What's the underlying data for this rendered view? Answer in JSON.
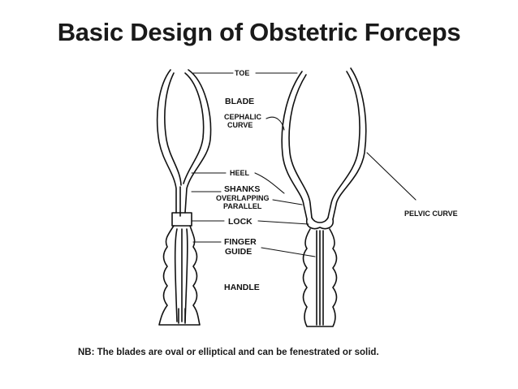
{
  "title": "Basic Design of Obstetric Forceps",
  "labels": {
    "toe": "TOE",
    "blade": "BLADE",
    "cephalic_1": "CEPHALIC",
    "cephalic_2": "CURVE",
    "heel": "HEEL",
    "shanks": "SHANKS",
    "overlapping": "OVERLAPPING",
    "parallel": "PARALLEL",
    "lock": "LOCK",
    "finger": "FINGER",
    "guide": "GUIDE",
    "handle": "HANDLE",
    "pelvic_curve": "PELVIC CURVE"
  },
  "note": "NB: The blades are oval or elliptical and can be fenestrated or solid."
}
